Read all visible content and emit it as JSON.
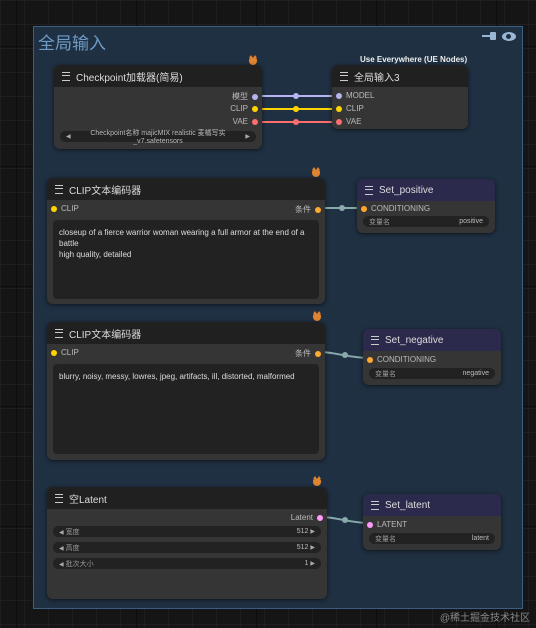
{
  "group": {
    "title": "全局输入"
  },
  "ue_title": "Use Everywhere (UE Nodes)",
  "checkpoint": {
    "title": "Checkpoint加载器(简易)",
    "outputs": [
      "模型",
      "CLIP",
      "VAE"
    ],
    "ckpt_name": "Checkpoint名称  majicMIX realistic 麦橘写实_v7.safetensors"
  },
  "anything_everywhere": {
    "title": "全局输入3",
    "inputs": [
      "MODEL",
      "CLIP",
      "VAE"
    ]
  },
  "clip_pos": {
    "title": "CLIP文本编码器",
    "input": "CLIP",
    "output": "条件",
    "text": "closeup of a fierce warrior woman wearing a full armor at the end of a battle\nhigh quality, detailed"
  },
  "set_positive": {
    "title": "Set_positive",
    "input": "CONDITIONING",
    "widget_label": "变量名",
    "widget_value": "positive"
  },
  "clip_neg": {
    "title": "CLIP文本编码器",
    "input": "CLIP",
    "output": "条件",
    "text": "blurry, noisy, messy, lowres, jpeg, artifacts, ill, distorted, malformed"
  },
  "set_negative": {
    "title": "Set_negative",
    "input": "CONDITIONING",
    "widget_label": "变量名",
    "widget_value": "negative"
  },
  "latent": {
    "title": "空Latent",
    "output": "Latent",
    "widgets": [
      {
        "label": "宽度",
        "value": "512"
      },
      {
        "label": "高度",
        "value": "512"
      },
      {
        "label": "批次大小",
        "value": "1"
      }
    ]
  },
  "set_latent": {
    "title": "Set_latent",
    "input": "LATENT",
    "widget_label": "变量名",
    "widget_value": "latent"
  },
  "watermark": "@稀土掘金技术社区",
  "colors": {
    "model": "#b4b4f0",
    "clip": "#ffd500",
    "vae": "#ff6e6e",
    "conditioning": "#ffa931",
    "latent": "#ff9cf9",
    "link_gray": "#8aa"
  }
}
